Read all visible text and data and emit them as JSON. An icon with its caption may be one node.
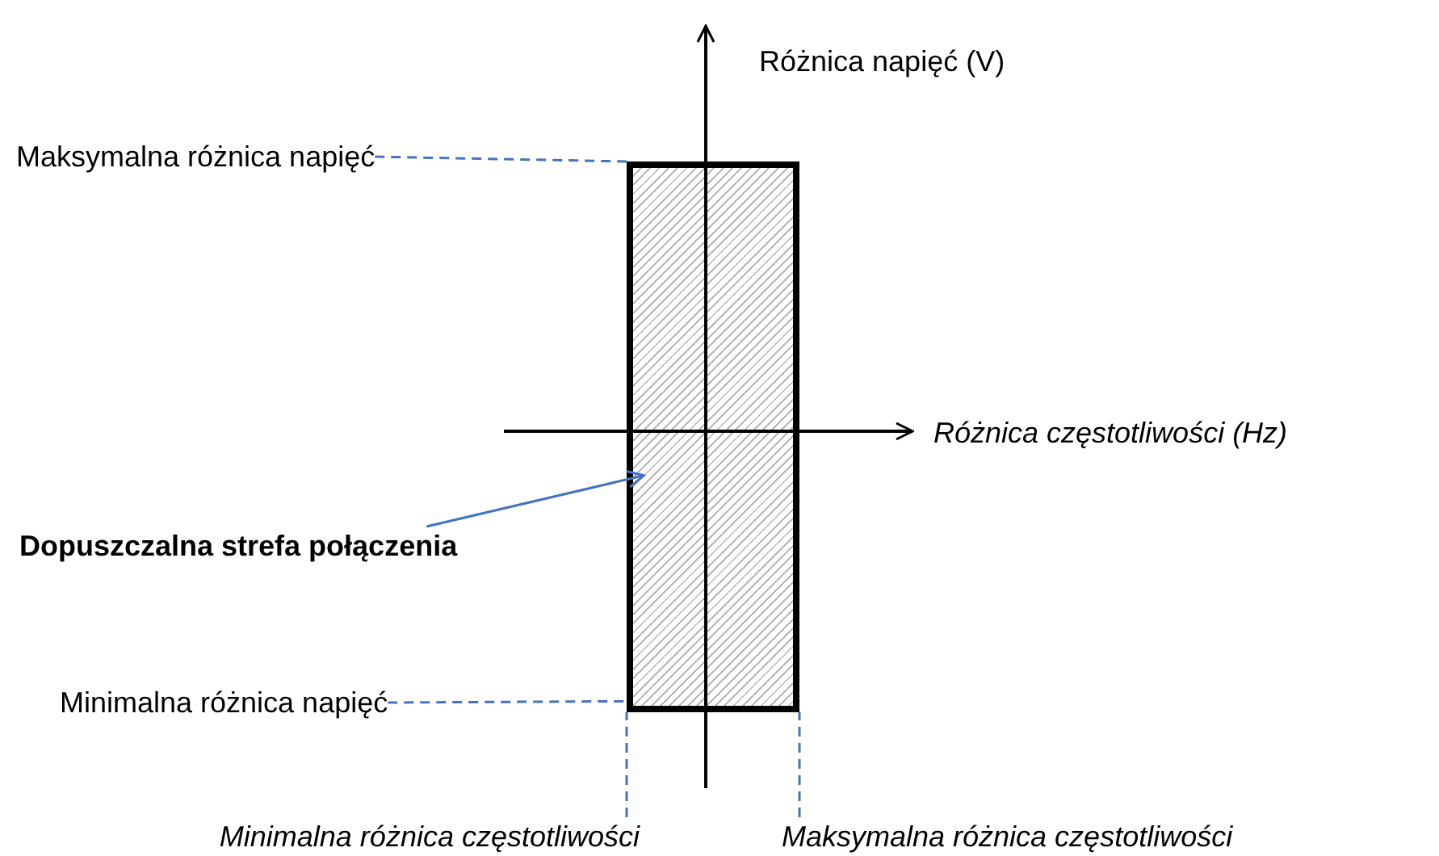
{
  "diagram": {
    "nodes": [
      {
        "text": [],
        "shape": "box"
      },
      {
        "text": [
          "Maksymalna różnica napięć"
        ]
      },
      {
        "text": [
          "Dopuszczalna strefa połączenia"
        ]
      },
      {
        "text": [
          "Minimalna różnica napięć"
        ]
      },
      {
        "text": [
          "Minimalna różnica częstotliwości"
        ]
      },
      {
        "text": [
          "Maksymalna różnica częstotliwości"
        ]
      }
    ],
    "edges": [
      {
        "from": 1,
        "to": 0,
        "arrow": "none",
        "style": "dashed",
        "color": "#4472c4"
      },
      {
        "from": 2,
        "to": 0,
        "arrow": "to",
        "color": "#4472c4"
      },
      {
        "from": 3,
        "to": 0,
        "arrow": "none",
        "style": "dashed",
        "color": "#4472c4"
      },
      {
        "from": 4,
        "to": 0,
        "arrow": "none",
        "style": "dashed",
        "color": "#4472c4"
      },
      {
        "from": 5,
        "to": 0,
        "arrow": "none",
        "style": "dashed",
        "color": "#4472c4"
      }
    ],
    "labels": [
      "Różnica napięć (V)",
      "Różnica częstotliwości (Hz)"
    ]
  }
}
